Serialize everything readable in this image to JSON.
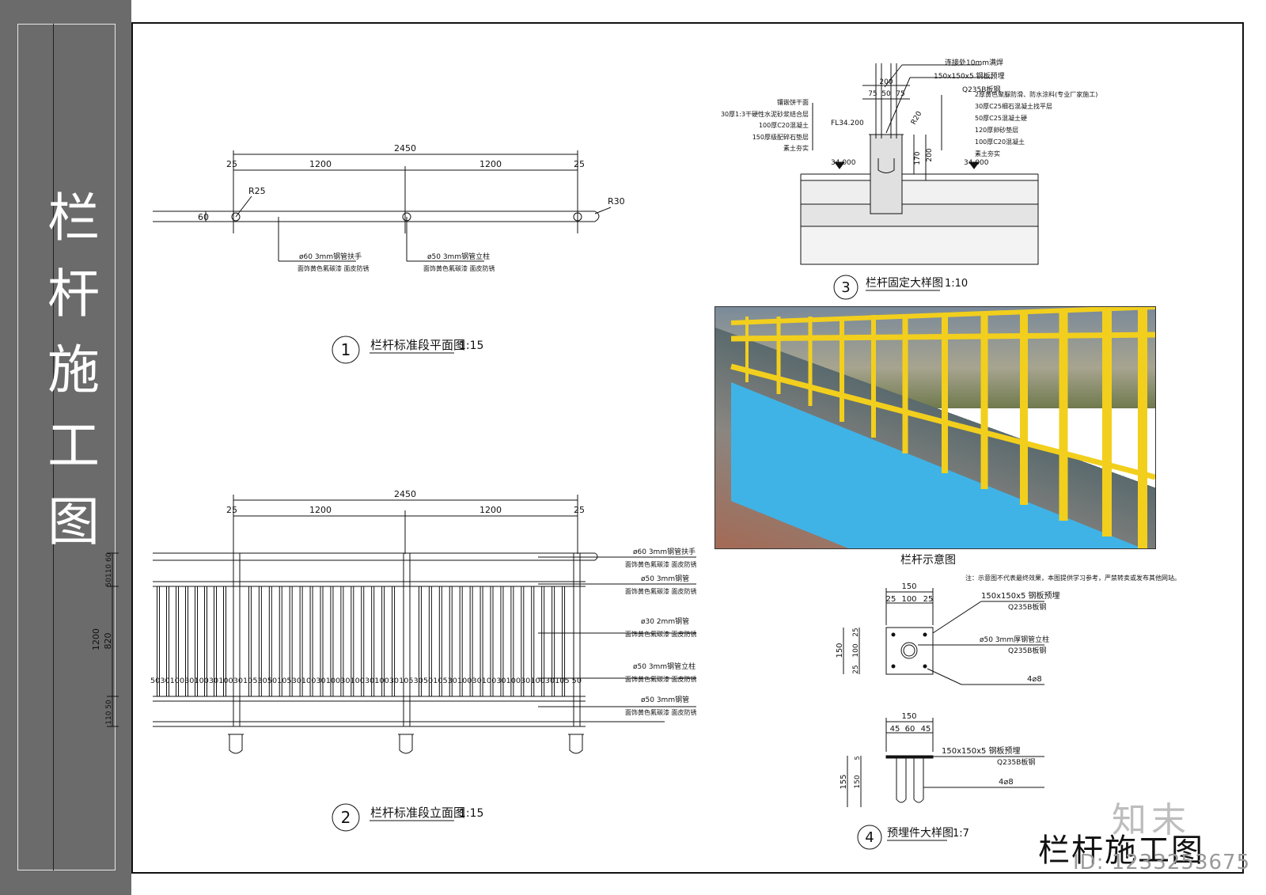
{
  "sheet": {
    "side_title_chars": [
      "栏",
      "杆",
      "施",
      "工",
      "图"
    ],
    "main_title": "栏杆施工图",
    "watermark_logo": "知末",
    "watermark_id": "ID: 1233253675"
  },
  "plan": {
    "number": "1",
    "title": "栏杆标准段平面图",
    "scale": "1:15",
    "dim_total": "2450",
    "dim_a": "25",
    "dim_b": "1200",
    "dim_c": "1200",
    "dim_d": "25",
    "r_post": "R25",
    "r_end": "R30",
    "width": "60",
    "note1_a": "ø60 3mm钢管扶手",
    "note1_b": "面饰黄色氟碳漆 面皮防锈",
    "note2_a": "ø50 3mm钢管立柱",
    "note2_b": "面饰黄色氟碳漆 面皮防锈"
  },
  "elev": {
    "number": "2",
    "title": "栏杆标准段立面图",
    "scale": "1:15",
    "dim_total": "2450",
    "dim_a": "25",
    "dim_b": "1200",
    "dim_c": "1200",
    "dim_d": "25",
    "v_total": "1200",
    "v_top": "50110 60",
    "v_mid": "820",
    "v_bot": "110 50",
    "spacing_text": "50301003010030100301053050105301003010030100301003010530501053010030100301003010030105 50",
    "notes": [
      {
        "a": "ø60 3mm钢管扶手",
        "b": "面饰黄色氟碳漆 面皮防锈"
      },
      {
        "a": "ø50 3mm钢管",
        "b": "面饰黄色氟碳漆 面皮防锈"
      },
      {
        "a": "ø30 2mm钢管",
        "b": "面饰黄色氟碳漆 面皮防锈"
      },
      {
        "a": "ø50 3mm钢管立柱",
        "b": "面饰黄色氟碳漆 面皮防锈"
      },
      {
        "a": "ø50 3mm钢管",
        "b": "面饰黄色氟碳漆 面皮防锈"
      }
    ]
  },
  "fix": {
    "number": "3",
    "title": "栏杆固定大样图",
    "scale": "1:10",
    "top_notes": [
      "连接处10mm满焊",
      "150x150x5  钢板预埋",
      "Q235B板钢"
    ],
    "dims_top": [
      "200",
      "75",
      "50",
      "75"
    ],
    "left_notes": [
      "镶嵌饼干面",
      "30厚1:3干硬性水泥砂浆结合层",
      "100厚C20混凝土",
      "150厚级配碎石垫层",
      "素土夯实"
    ],
    "right_notes": [
      "2厚黄色聚脲防滑、防水涂料(专业厂家施工)",
      "30厚C25细石混凝土找平层",
      "50厚C25混凝土硬",
      "120厚卵砂垫层",
      "100厚C20混凝土",
      "素土夯实"
    ],
    "level_left": "34.000",
    "level_top": "FL34.200",
    "level_right": "34.000",
    "r20": "R20",
    "v_170": "170",
    "v_200": "200"
  },
  "photo": {
    "caption": "栏杆示意图",
    "note": "注：示意图不代表最终效果，本图提供学习参考，严禁转卖或发布其他网站。"
  },
  "embed": {
    "number": "4",
    "title": "预埋件大样图",
    "scale": "1:7",
    "plan_dim_total": "150",
    "plan_dims": [
      "25",
      "100",
      "25"
    ],
    "plan_v_total": "150",
    "plan_v": [
      "25",
      "100",
      "25"
    ],
    "plan_note1_a": "150x150x5  钢板预埋",
    "plan_note1_b": "Q235B板钢",
    "plan_note2_a": "ø50 3mm厚钢管立柱",
    "plan_note2_b": "Q235B板钢",
    "plan_note3": "4⌀8",
    "sec_dim_total": "150",
    "sec_dims": [
      "45",
      "60",
      "45"
    ],
    "sec_v_total": "155",
    "sec_v": [
      "5",
      "150"
    ],
    "sec_note1_a": "150x150x5  钢板预埋",
    "sec_note1_b": "Q235B板钢",
    "sec_note2": "4⌀8"
  }
}
